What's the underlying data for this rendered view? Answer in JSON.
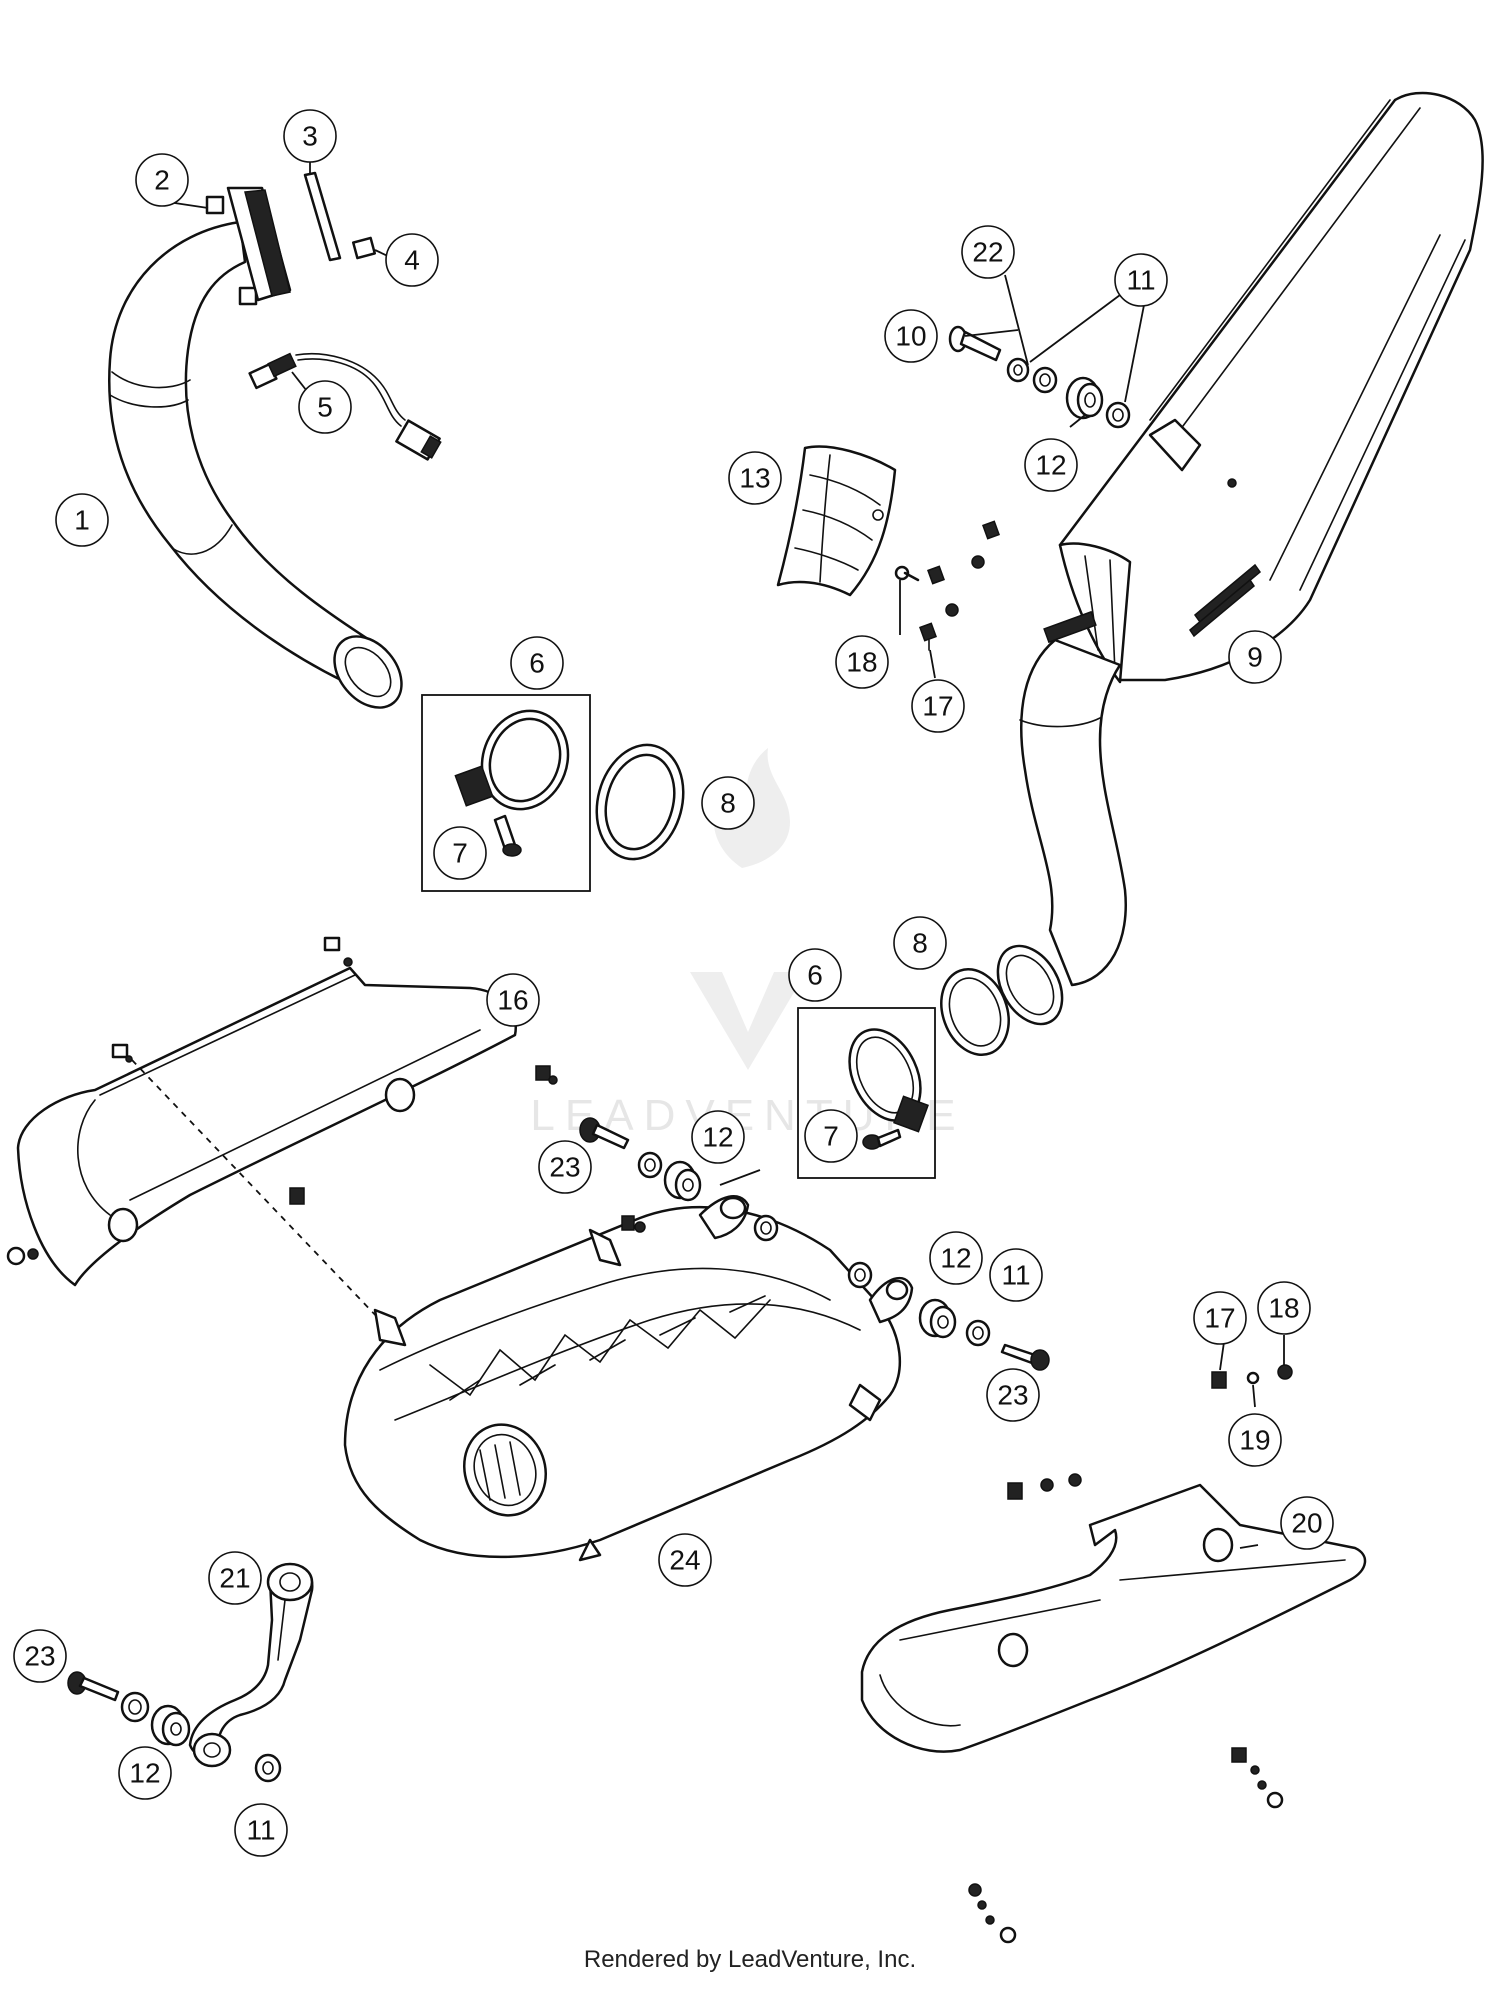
{
  "callouts": [
    {
      "id": "c1",
      "label": "1"
    },
    {
      "id": "c2",
      "label": "2"
    },
    {
      "id": "c3",
      "label": "3"
    },
    {
      "id": "c4",
      "label": "4"
    },
    {
      "id": "c5",
      "label": "5"
    },
    {
      "id": "c6a",
      "label": "6"
    },
    {
      "id": "c7a",
      "label": "7"
    },
    {
      "id": "c8a",
      "label": "8"
    },
    {
      "id": "c9",
      "label": "9"
    },
    {
      "id": "c10",
      "label": "10"
    },
    {
      "id": "c11a",
      "label": "11"
    },
    {
      "id": "c12a",
      "label": "12"
    },
    {
      "id": "c13",
      "label": "13"
    },
    {
      "id": "c18a",
      "label": "18"
    },
    {
      "id": "c17a",
      "label": "17"
    },
    {
      "id": "c22",
      "label": "22"
    },
    {
      "id": "c8b",
      "label": "8"
    },
    {
      "id": "c6b",
      "label": "6"
    },
    {
      "id": "c7b",
      "label": "7"
    },
    {
      "id": "c16",
      "label": "16"
    },
    {
      "id": "c23a",
      "label": "23"
    },
    {
      "id": "c12b",
      "label": "12"
    },
    {
      "id": "c12c",
      "label": "12"
    },
    {
      "id": "c11b",
      "label": "11"
    },
    {
      "id": "c23b",
      "label": "23"
    },
    {
      "id": "c17b",
      "label": "17"
    },
    {
      "id": "c18b",
      "label": "18"
    },
    {
      "id": "c19",
      "label": "19"
    },
    {
      "id": "c24",
      "label": "24"
    },
    {
      "id": "c20",
      "label": "20"
    },
    {
      "id": "c21",
      "label": "21"
    },
    {
      "id": "c23c",
      "label": "23"
    },
    {
      "id": "c12d",
      "label": "12"
    },
    {
      "id": "c11c",
      "label": "11"
    }
  ],
  "watermark": "LEADVENTURE",
  "footer": "Rendered by LeadVenture, Inc."
}
